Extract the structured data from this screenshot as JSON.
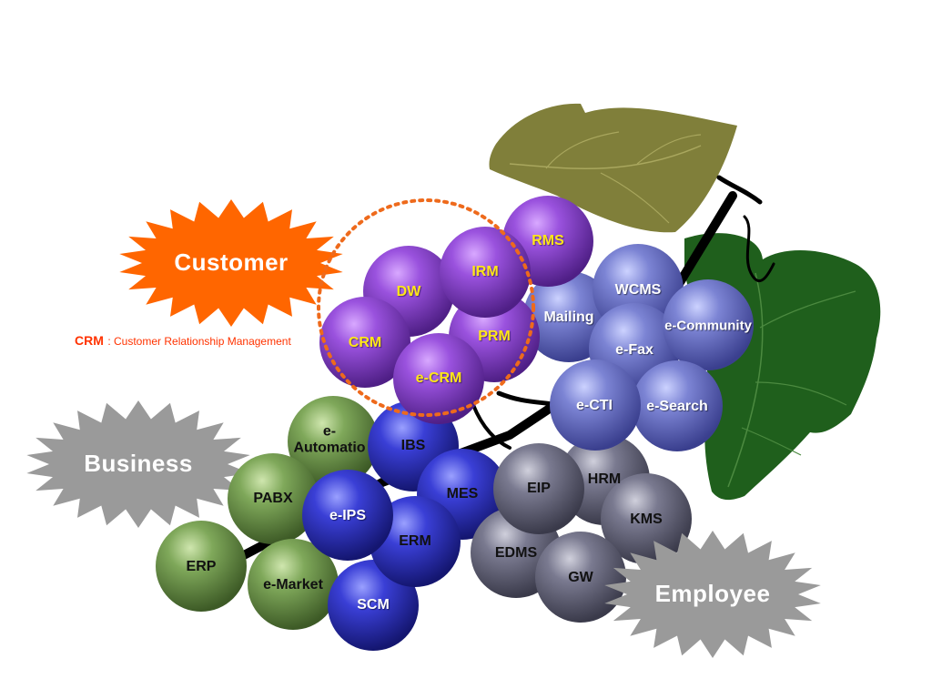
{
  "bursts": {
    "customer": "Customer",
    "business": "Business",
    "employee": "Employee"
  },
  "note": {
    "abbr": "CRM",
    "text": ": Customer Relationship Management"
  },
  "colors": {
    "customer_burst": "#ff6600",
    "business_burst": "#9a9a9a",
    "employee_burst": "#9a9a9a",
    "crm_note": "#ff3300",
    "dashed_circle": "#ee6a1c",
    "purple_grape": "#8e46d2",
    "lavender_grape": "#7c84d4",
    "blue_grape": "#3a3fd6",
    "green_grape": "#7fa85a",
    "gray_grape": "#7a7a90",
    "label_yellow": "#ffe619"
  },
  "grapes": {
    "customer": {
      "rms": "RMS",
      "irm": "IRM",
      "dw": "DW",
      "prm": "PRM",
      "crm": "CRM",
      "e_crm": "e-CRM"
    },
    "collaboration": {
      "mailing": "Mailing",
      "wcms": "WCMS",
      "e_community": "e-Community",
      "e_fax": "e-Fax",
      "e_cti": "e-CTI",
      "e_search": "e-Search"
    },
    "business": {
      "e_automation": "e-\nAutomatio",
      "ibs": "IBS",
      "mes": "MES",
      "pabx": "PABX",
      "e_ips": "e-IPS",
      "erm": "ERM",
      "erp": "ERP",
      "e_market": "e-Market",
      "scm": "SCM"
    },
    "employee": {
      "eip": "EIP",
      "hrm": "HRM",
      "kms": "KMS",
      "edms": "EDMS",
      "gw": "GW"
    }
  }
}
